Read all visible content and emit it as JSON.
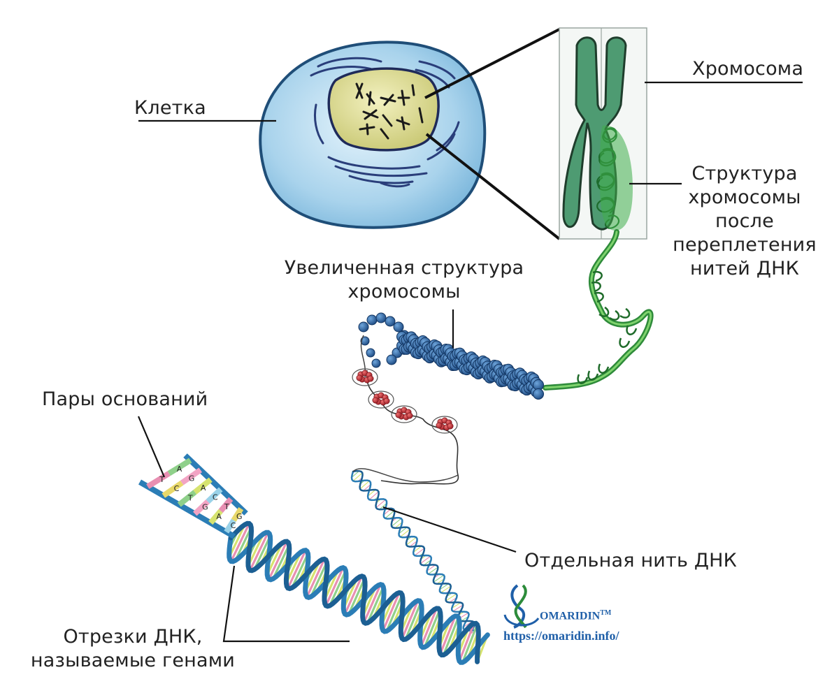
{
  "labels": {
    "cell": "Клетка",
    "chromosome": "Хромосома",
    "chromosome_structure": [
      "Структура",
      "хромосомы",
      "после",
      "переплетения",
      "нитей ДНК"
    ],
    "enlarged_structure": [
      "Увеличенная структура",
      "хромосомы"
    ],
    "base_pairs": "Пары оснований",
    "single_strand": "Отдельная нить ДНК",
    "genes": [
      "Отрезки ДНК,",
      "называемые генами"
    ]
  },
  "base_letters": [
    {
      "left": "T",
      "right": "A"
    },
    {
      "left": "C",
      "right": "G"
    },
    {
      "left": "T",
      "right": "A"
    },
    {
      "left": "G",
      "right": "C"
    },
    {
      "left": "A",
      "right": "T"
    },
    {
      "left": "C",
      "right": "G"
    }
  ],
  "brand": {
    "name": "OMARIDIN",
    "trademark": "TM",
    "url": "https://omaridin.info/"
  },
  "colors": {
    "cell_fill": "#a9d3ec",
    "cell_outline": "#1f4e78",
    "nucleus_fill": "#d8d88a",
    "chromosome_green": "#4e9b72",
    "chromatin_green": "#3fae4a",
    "bead_blue": "#2c5f9e",
    "histone_red": "#c0303a",
    "helix_blue": "#2b7db6",
    "brand_blue": "#1f5fa8"
  }
}
